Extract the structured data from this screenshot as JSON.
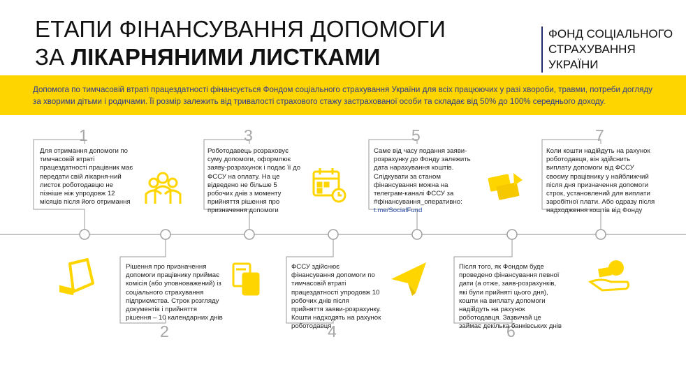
{
  "header": {
    "title_line1": "ЕТАПИ ФІНАНСУВАННЯ ДОПОМОГИ",
    "title_line2_prefix": "ЗА ",
    "title_line2_bold": "ЛІКАРНЯНИМИ ЛИСТКАМИ",
    "org_line1": "ФОНД СОЦІАЛЬНОГО",
    "org_line2": "СТРАХУВАННЯ УКРАЇНИ"
  },
  "banner": {
    "line1": "Допомога по тимчасовій втраті працездатності фінансується Фондом соціального страхування України для всіх працюючих у разі хвороби, травми, потреби догляду",
    "line2": "за хворими дітьми і родичами. Її розмір залежить від тривалості страхового стажу застрахованої особи та складає від 50% до 100% середнього доходу."
  },
  "steps": [
    {
      "num": "1",
      "text": "Для отримання допомоги по тимчасовій втраті працездатності працівник має передати свій лікарня-ний листок роботодавцю не пізніше ніж упродовж 12 місяців після його отримання"
    },
    {
      "num": "2",
      "text": "Рішення про призначення допомоги працівнику приймає комісія (або уповноважений) із соціального страхування підприємства. Строк розгляду документів і прийняття рішення – 10 календарних днів"
    },
    {
      "num": "3",
      "text": "Роботодавець розраховує суму допомоги, оформлює заяву-розрахунок і подає її до ФССУ на оплату. На це відведено не більше 5 робочих днів з моменту прийняття рішення про призначення допомоги"
    },
    {
      "num": "4",
      "text": "ФССУ здійснює фінансування допомоги по тимчасовій втраті працездатності упродовж 10 робочих днів після прийняття заяви-розрахунку. Кошти надходять на рахунок роботодавця"
    },
    {
      "num": "5",
      "text": "Саме від часу подання заяви-розрахунку до Фонду залежить дата нарахування коштів. Слідкувати за станом фінансування можна на телеграм-каналі ФССУ за #фінансування_оперативно:",
      "link": "t.me/SocialFund"
    },
    {
      "num": "6",
      "text": "Після того, як Фондом буде проведено фінансування певної дати (а отже, заяв-розрахунків, які були прийняті цього дня), кошти на виплату допомоги надійдуть на рахунок роботодавця. Зазвичай це займає декілька банківських днів"
    },
    {
      "num": "7",
      "text": "Коли кошти надійдуть на рахунок роботодавця, він здійснить виплату допомоги від ФССУ своєму працівнику у найближчий після дня призначення допомоги строк, установлений для виплати заробітної плати. Або одразу після надходження коштів від Фонду"
    }
  ],
  "colors": {
    "accent_yellow": "#ffd500",
    "banner_text": "#2d3a8c",
    "timeline_gray": "#b0b0b0",
    "link_blue": "#2b4ea2"
  },
  "icons": [
    "people-icon",
    "document-icon",
    "calculator-icon",
    "calendar-icon",
    "paper-plane-icon",
    "money-transfer-icon",
    "hand-money-icon"
  ]
}
